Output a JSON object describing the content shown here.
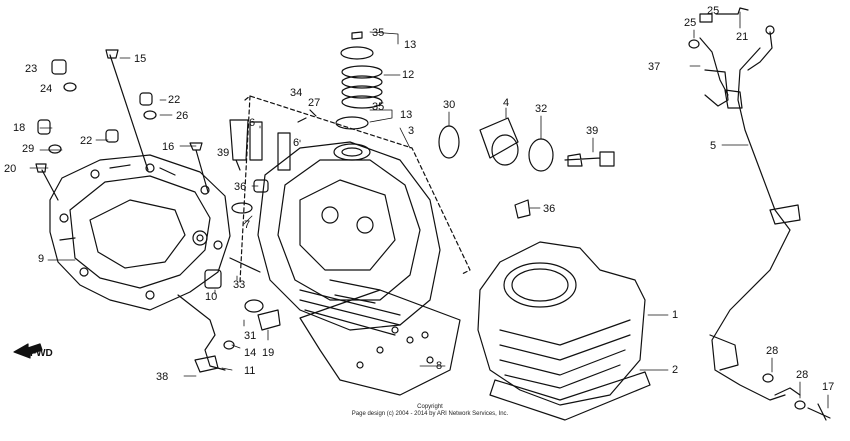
{
  "diagram": {
    "fwd_label": "FWD",
    "callouts": [
      {
        "id": "35",
        "label": "35"
      },
      {
        "id": "13",
        "label": "13"
      },
      {
        "id": "12",
        "label": "12"
      },
      {
        "id": "35b",
        "label": "35"
      },
      {
        "id": "13b",
        "label": "13"
      },
      {
        "id": "34",
        "label": "34"
      },
      {
        "id": "27",
        "label": "27"
      },
      {
        "id": "3",
        "label": "3"
      },
      {
        "id": "30",
        "label": "30"
      },
      {
        "id": "4",
        "label": "4"
      },
      {
        "id": "32",
        "label": "32"
      },
      {
        "id": "39",
        "label": "39"
      },
      {
        "id": "39b",
        "label": "39"
      },
      {
        "id": "15",
        "label": "15"
      },
      {
        "id": "23",
        "label": "23"
      },
      {
        "id": "24",
        "label": "24"
      },
      {
        "id": "22",
        "label": "22"
      },
      {
        "id": "26",
        "label": "26"
      },
      {
        "id": "18",
        "label": "18"
      },
      {
        "id": "22b",
        "label": "22"
      },
      {
        "id": "29",
        "label": "29"
      },
      {
        "id": "16",
        "label": "16"
      },
      {
        "id": "20",
        "label": "20"
      },
      {
        "id": "6",
        "label": "6"
      },
      {
        "id": "6b",
        "label": "6"
      },
      {
        "id": "36",
        "label": "36"
      },
      {
        "id": "36b",
        "label": "36"
      },
      {
        "id": "7",
        "label": "7"
      },
      {
        "id": "9",
        "label": "9"
      },
      {
        "id": "10",
        "label": "10"
      },
      {
        "id": "33",
        "label": "33"
      },
      {
        "id": "31",
        "label": "31"
      },
      {
        "id": "14",
        "label": "14"
      },
      {
        "id": "19",
        "label": "19"
      },
      {
        "id": "11",
        "label": "11"
      },
      {
        "id": "38",
        "label": "38"
      },
      {
        "id": "8",
        "label": "8"
      },
      {
        "id": "1",
        "label": "1"
      },
      {
        "id": "2",
        "label": "2"
      },
      {
        "id": "25",
        "label": "25"
      },
      {
        "id": "25b",
        "label": "25"
      },
      {
        "id": "21",
        "label": "21"
      },
      {
        "id": "37",
        "label": "37"
      },
      {
        "id": "5",
        "label": "5"
      },
      {
        "id": "28",
        "label": "28"
      },
      {
        "id": "28b",
        "label": "28"
      },
      {
        "id": "17",
        "label": "17"
      }
    ]
  },
  "copyright": {
    "line1": "Copyright",
    "line2": "Page design (c) 2004 - 2014 by ARI Network Services, Inc."
  }
}
